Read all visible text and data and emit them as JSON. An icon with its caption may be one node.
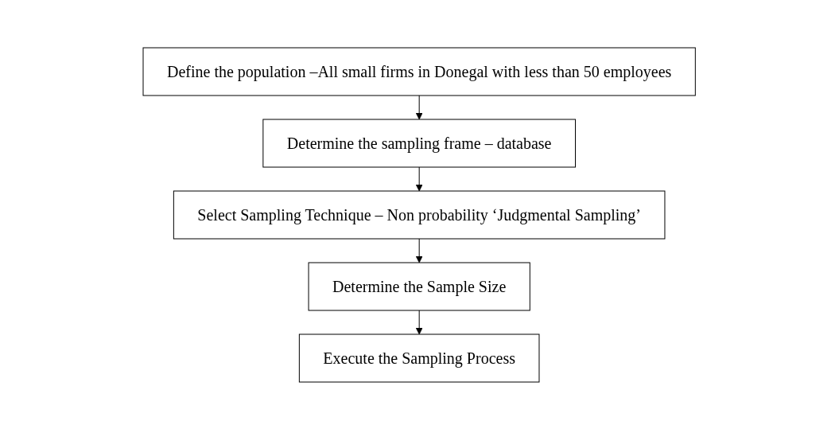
{
  "diagram": {
    "nodes": [
      {
        "text": [
          "Define the population –All small firms in Donegal with less than 50 employees"
        ]
      },
      {
        "text": [
          "Determine the sampling frame – database"
        ]
      },
      {
        "text": [
          "Select Sampling Technique – Non probability ‘Judgmental Sampling’"
        ]
      },
      {
        "text": [
          "Determine the Sample Size"
        ]
      },
      {
        "text": [
          "Execute the Sampling Process"
        ]
      }
    ],
    "edges": [
      {
        "from": 0,
        "to": 1,
        "arrow": "to"
      },
      {
        "from": 1,
        "to": 2,
        "arrow": "to"
      },
      {
        "from": 2,
        "to": 3,
        "arrow": "to"
      },
      {
        "from": 3,
        "to": 4,
        "arrow": "to"
      }
    ]
  }
}
